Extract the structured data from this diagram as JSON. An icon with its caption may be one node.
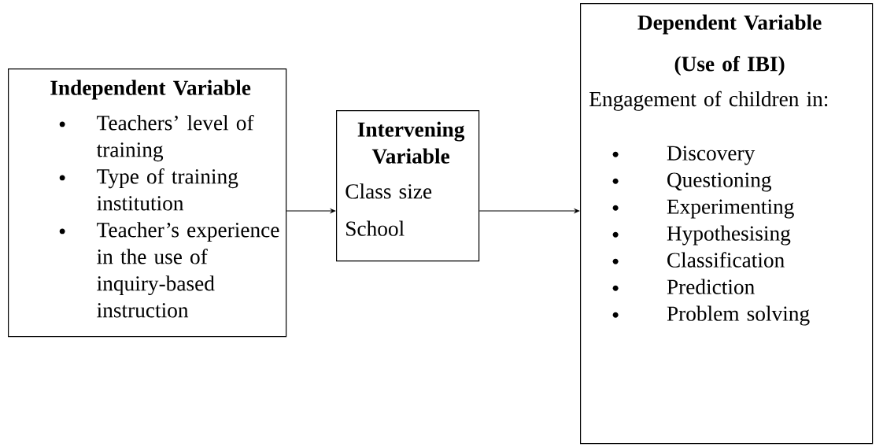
{
  "diagram": {
    "nodes": [
      {
        "text": [
          "Independent Variable",
          "Teachers’ level of training",
          "Type of training institution",
          "Teacher’s experience in the use of inquiry-based instruction"
        ]
      },
      {
        "text": [
          "Intervening Variable",
          "Class size",
          "School"
        ]
      },
      {
        "text": [
          "Dependent Variable",
          "(Use of IBI)",
          "Engagement of children in:",
          "Discovery",
          "Questioning",
          "Experimenting",
          "Hypothesising",
          "Classification",
          "Prediction",
          "Problem solving"
        ]
      }
    ],
    "edges": [
      {
        "from": 0,
        "to": 1,
        "arrow": "to"
      },
      {
        "from": 1,
        "to": 2,
        "arrow": "to"
      }
    ]
  }
}
